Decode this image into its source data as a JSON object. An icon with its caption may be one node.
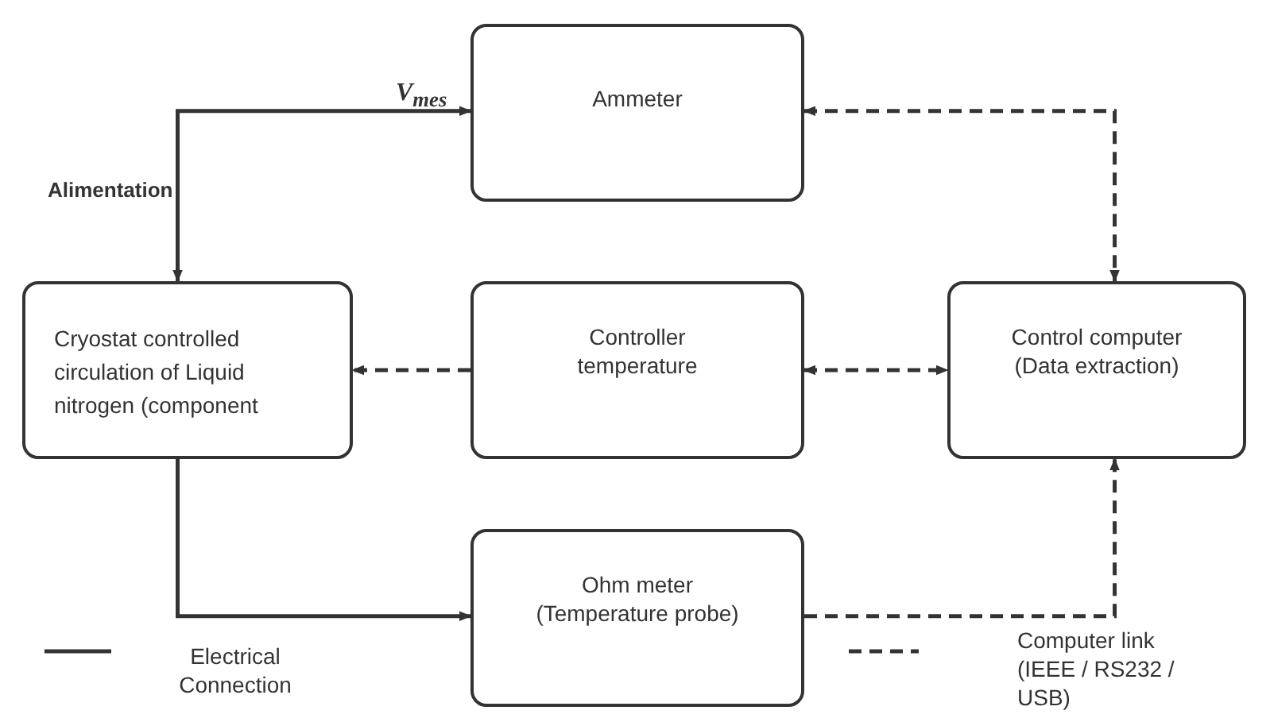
{
  "diagram": {
    "nodes": [
      {
        "text": [
          "Ammeter"
        ]
      },
      {
        "text": [
          "Cryostat controlled circulation of Liquid nitrogen (component"
        ]
      },
      {
        "text": [
          "Controller",
          "temperature"
        ]
      },
      {
        "text": [
          "Control computer",
          "(Data extraction)"
        ]
      },
      {
        "text": [
          "Ohm meter",
          "(Temperature probe)"
        ]
      }
    ],
    "edges": [
      {
        "from": 1,
        "to": 0,
        "arrow": "both"
      },
      {
        "from": 2,
        "to": 1,
        "arrow": "to",
        "style": "dashed"
      },
      {
        "from": 2,
        "to": 3,
        "arrow": "both",
        "style": "dashed"
      },
      {
        "from": 0,
        "to": 3,
        "arrow": "both",
        "style": "dashed"
      },
      {
        "from": 1,
        "to": 4,
        "arrow": "to"
      },
      {
        "from": 4,
        "to": 3,
        "arrow": "to",
        "style": "dashed"
      }
    ],
    "labels": [
      "V$_{mes}$",
      "Alimentation"
    ],
    "legend": [
      {
        "text": "Electrical Connection"
      },
      {
        "text": "Computer link (IEEE / RS232 / USB)"
      }
    ]
  }
}
